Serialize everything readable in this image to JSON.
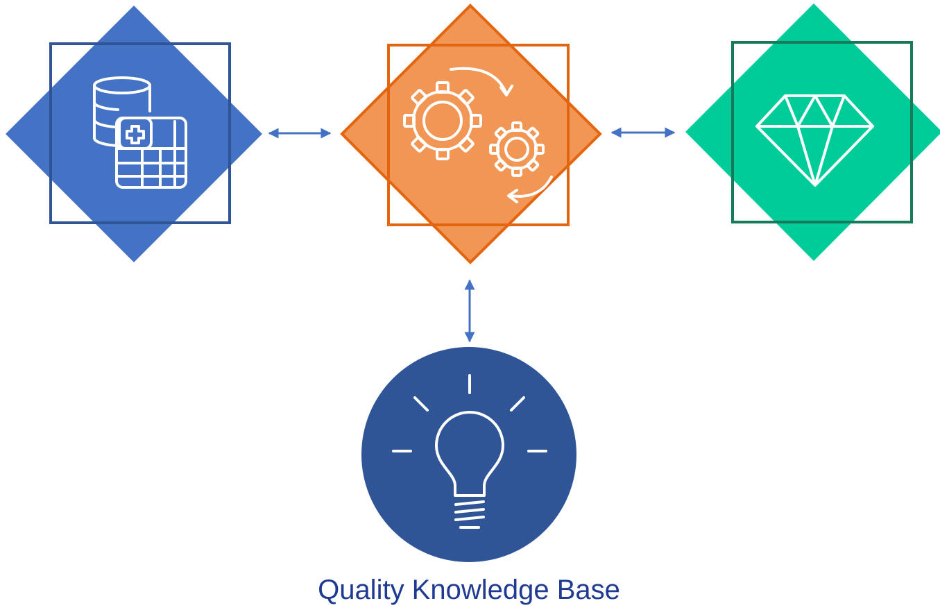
{
  "caption": "Quality Knowledge Base",
  "nodes": [
    {
      "id": "data-source",
      "icon": "database-table-icon",
      "fill": "#4472C4",
      "frame": "#2F5597"
    },
    {
      "id": "processing",
      "icon": "gears-cycle-icon",
      "fill": "#F29656",
      "frame": "#E4650F"
    },
    {
      "id": "quality-value",
      "icon": "diamond-icon",
      "fill": "#00CC99",
      "frame": "#187A5A"
    },
    {
      "id": "knowledge-base",
      "icon": "lightbulb-icon",
      "fill": "#2F5597"
    }
  ],
  "connectors": [
    {
      "from": "data-source",
      "to": "processing",
      "style": "bidirectional"
    },
    {
      "from": "processing",
      "to": "quality-value",
      "style": "bidirectional"
    },
    {
      "from": "processing",
      "to": "knowledge-base",
      "style": "bidirectional"
    }
  ],
  "colors": {
    "arrow": "#4472C4",
    "icon_stroke": "#ffffff",
    "caption_text": "#1F3A93"
  }
}
